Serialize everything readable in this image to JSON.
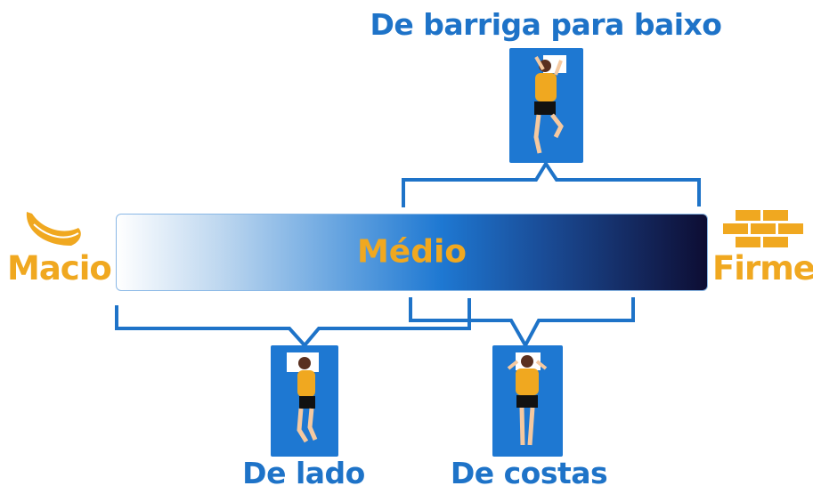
{
  "title_top": "De barriga para baixo",
  "label_side": "De lado",
  "label_back": "De costas",
  "scale": {
    "soft": "Macio",
    "medium": "Médio",
    "firm": "Firme"
  },
  "colors": {
    "blue": "#1e78d2",
    "orange": "#f0a820",
    "dark": "#0d0d33"
  }
}
